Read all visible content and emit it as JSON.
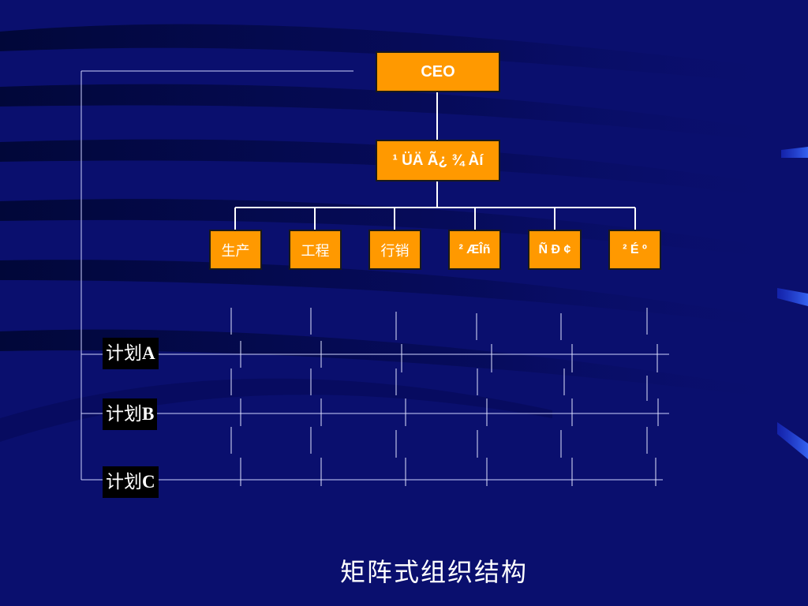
{
  "diagram": {
    "ceo": "CEO",
    "manager": "¹ ÜÄ Ã¿ ¾­ Àí",
    "departments": [
      "生产",
      "工程",
      "行销",
      "² ÆÎñ",
      "Ñ Ð ¢",
      "² É º"
    ],
    "plans": [
      {
        "prefix": "计划",
        "letter": "A"
      },
      {
        "prefix": "计划",
        "letter": "B"
      },
      {
        "prefix": "计划",
        "letter": "C"
      }
    ],
    "caption": "矩阵式组织结构"
  },
  "colors": {
    "background": "#0a0f6e",
    "box_fill": "#ff9900",
    "box_border": "#1a1a1a",
    "text": "#ffffff",
    "lines": "#ffffff",
    "label_bg": "#000000"
  }
}
